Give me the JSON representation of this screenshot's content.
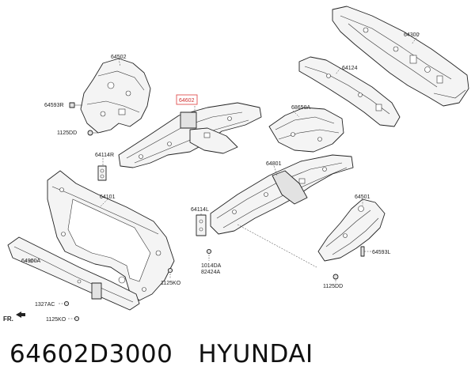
{
  "labels": {
    "p64300": "64300",
    "p64502": "64502",
    "p64124": "64124",
    "p64593r": "64593R",
    "p64602": "64602",
    "p68650a": "68650A",
    "p1125dd_top": "1125DD",
    "p64114r": "64114R",
    "p64801": "64801",
    "p64101": "64101",
    "p64501": "64501",
    "p64114l": "64114L",
    "p64593l": "64593L",
    "p64900a": "64900A",
    "p1014da": "1014DA",
    "p82424a": "82424A",
    "p1125ko_mid": "1125KO",
    "p1125dd_bot": "1125DD",
    "p1327ac": "1327AC",
    "p1125ko_bot": "1125KO",
    "fr": "FR."
  },
  "caption": {
    "part_number": "64602D3000",
    "brand": "HYUNDAI"
  },
  "colors": {
    "highlight": "#e05050",
    "line": "#222222"
  }
}
